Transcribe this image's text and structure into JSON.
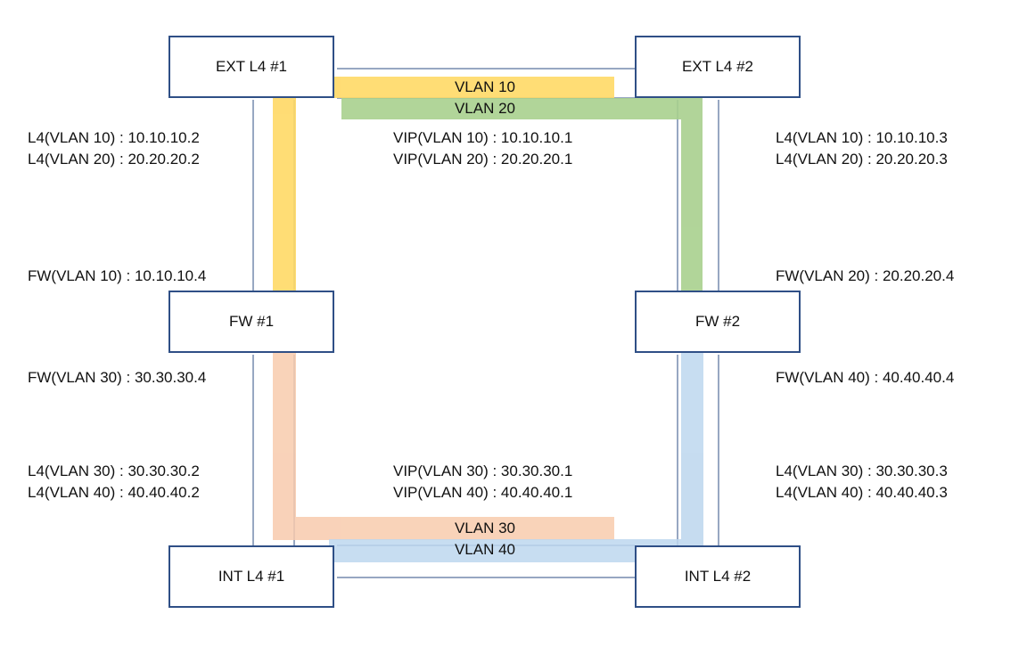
{
  "nodes": {
    "ext1": "EXT L4 #1",
    "ext2": "EXT L4 #2",
    "fw1": "FW #1",
    "fw2": "FW #2",
    "int1": "INT L4 #1",
    "int2": "INT L4 #2"
  },
  "vlans": {
    "v10": "VLAN 10",
    "v20": "VLAN 20",
    "v30": "VLAN 30",
    "v40": "VLAN 40"
  },
  "labels": {
    "ext1_vlan10": "L4(VLAN 10) : 10.10.10.2",
    "ext1_vlan20": "L4(VLAN 20) : 20.20.20.2",
    "vip_vlan10": "VIP(VLAN 10) : 10.10.10.1",
    "vip_vlan20": "VIP(VLAN 20) : 20.20.20.1",
    "ext2_vlan10": "L4(VLAN 10) : 10.10.10.3",
    "ext2_vlan20": "L4(VLAN 20) : 20.20.20.3",
    "fw1_vlan10": "FW(VLAN 10) : 10.10.10.4",
    "fw2_vlan20": "FW(VLAN 20) : 20.20.20.4",
    "fw1_vlan30": "FW(VLAN 30) : 30.30.30.4",
    "fw2_vlan40": "FW(VLAN 40) : 40.40.40.4",
    "int1_vlan30": "L4(VLAN 30) : 30.30.30.2",
    "int1_vlan40": "L4(VLAN 40) : 40.40.40.2",
    "vip_vlan30": "VIP(VLAN 30) : 30.30.30.1",
    "vip_vlan40": "VIP(VLAN 40) : 40.40.40.1",
    "int2_vlan30": "L4(VLAN 30) : 30.30.30.3",
    "int2_vlan40": "L4(VLAN 40) : 40.40.40.3"
  },
  "colors": {
    "vlan10": "#ffd966",
    "vlan20": "#a9d08e",
    "vlan30": "#f8cbad",
    "vlan40": "#bdd7ee",
    "box_border": "#2f4f86",
    "link_line": "#2f4f86"
  }
}
